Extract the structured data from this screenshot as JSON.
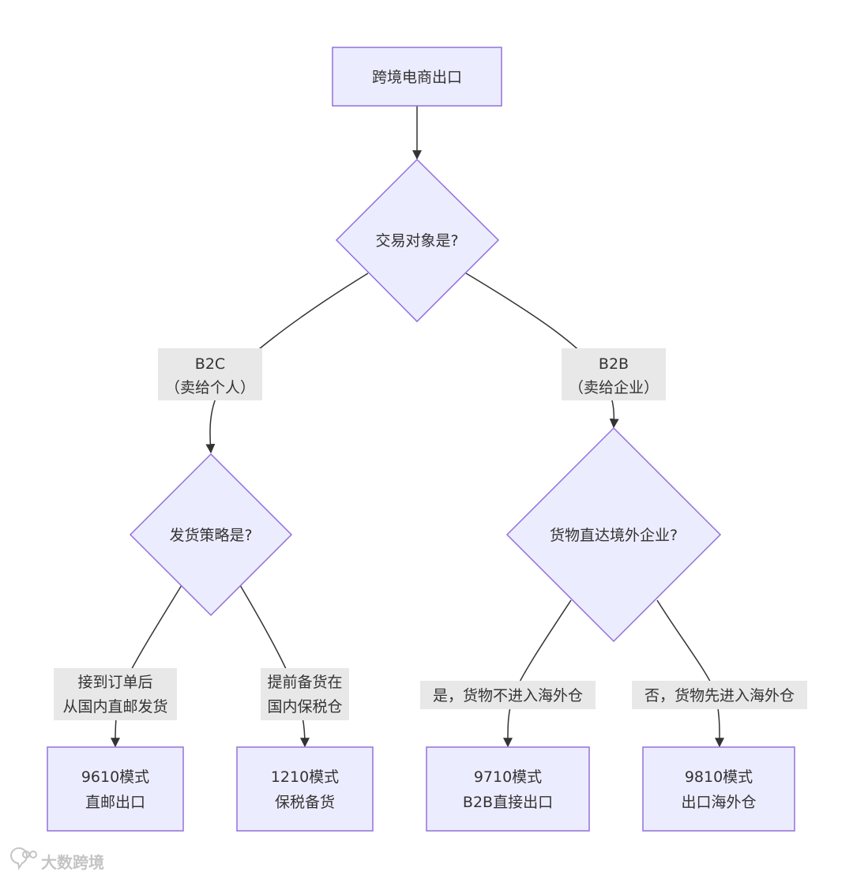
{
  "colors": {
    "node_fill": "#ECECFF",
    "node_stroke": "#9370DB",
    "edge": "#333333",
    "label_bg": "#E8E8E8",
    "text": "#333333",
    "watermark": "#C4C4C4"
  },
  "nodes": {
    "start": {
      "lines": [
        "跨境电商出口"
      ]
    },
    "target_decision": {
      "lines": [
        "交易对象是?"
      ]
    },
    "shipping_decision": {
      "lines": [
        "发货策略是?"
      ]
    },
    "direct_decision": {
      "lines": [
        "货物直达境外企业?"
      ]
    },
    "mode_9610": {
      "lines": [
        "9610模式",
        "直邮出口"
      ]
    },
    "mode_1210": {
      "lines": [
        "1210模式",
        "保税备货"
      ]
    },
    "mode_9710": {
      "lines": [
        "9710模式",
        "B2B直接出口"
      ]
    },
    "mode_9810": {
      "lines": [
        "9810模式",
        "出口海外仓"
      ]
    }
  },
  "edge_labels": {
    "b2c": {
      "lines": [
        "B2C",
        "（卖给个人）"
      ]
    },
    "b2b": {
      "lines": [
        "B2B",
        "（卖给企业）"
      ]
    },
    "after_order": {
      "lines": [
        "接到订单后",
        "从国内直邮发货"
      ]
    },
    "stock_ahead": {
      "lines": [
        "提前备货在",
        "国内保税仓"
      ]
    },
    "yes_direct": {
      "lines": [
        "是，货物不进入海外仓"
      ]
    },
    "no_overseas": {
      "lines": [
        "否，货物先进入海外仓"
      ]
    }
  },
  "watermark": {
    "icon": "speech-bubbles-logo-icon",
    "text": "大数跨境"
  }
}
